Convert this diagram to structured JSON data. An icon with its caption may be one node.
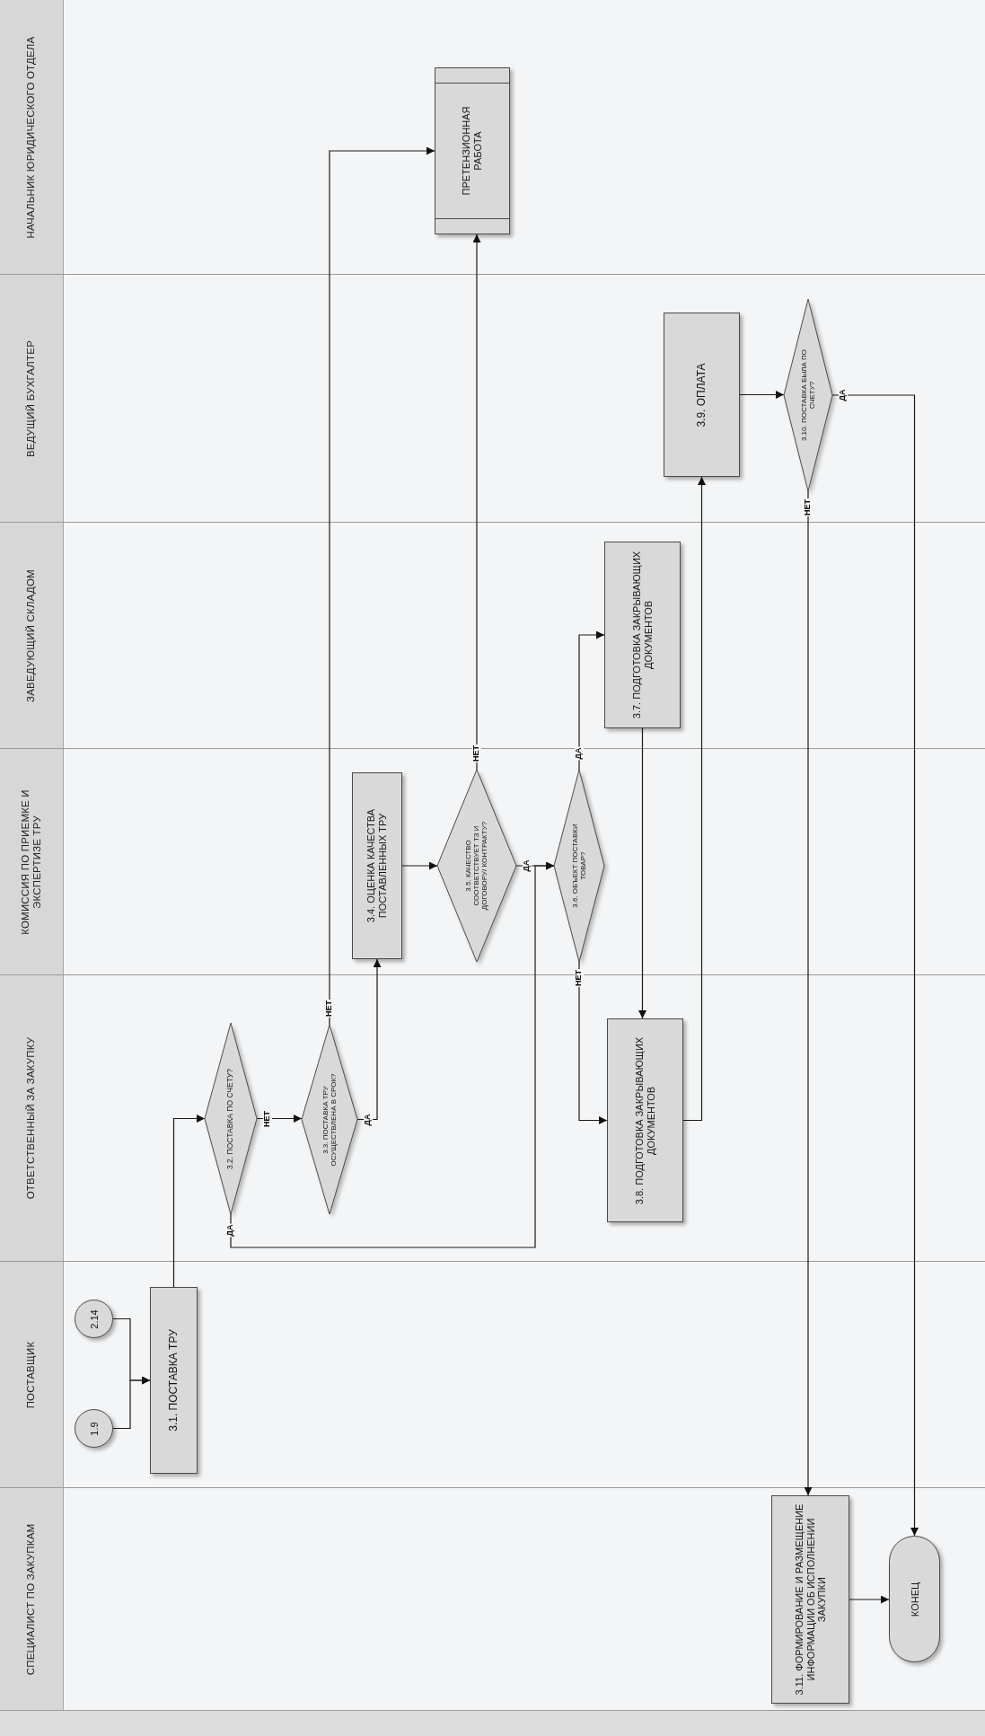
{
  "diagram": {
    "nodes": [
      {
        "text": [
          "НАЧАЛЬНИК ЮРИДИЧЕСКОГО ОТДЕЛА"
        ]
      },
      {
        "text": [
          "ВЕДУЩИЙ БУХГАЛТЕР"
        ]
      },
      {
        "text": [
          "ЗАВЕДУЮЩИЙ СКЛАДОМ"
        ]
      },
      {
        "text": [
          "КОМИССИЯ ПО ПРИЕМКЕ И ЭКСПЕРТИЗЕ ТРУ"
        ]
      },
      {
        "text": [
          "ОТВЕТСТВЕННЫЙ ЗА ЗАКУПКУ"
        ]
      },
      {
        "text": [
          "ПОСТАВЩИК"
        ]
      },
      {
        "text": [
          "СПЕЦИАЛИСТ ПО ЗАКУПКАМ"
        ]
      },
      {
        "text": [
          "ПРЕТЕНЗИОННАЯ РАБОТА"
        ],
        "in": 0
      },
      {
        "text": [
          "3.9. ОПЛАТА"
        ],
        "in": 1
      },
      {
        "text": [
          "3.10. ПОСТАВКА БЫЛА ПО СЧЕТУ?"
        ],
        "in": 1
      },
      {
        "text": [
          "3.7. ПОДГОТОВКА ЗАКРЫВАЮЩИХ ДОКУМЕНТОВ"
        ],
        "in": 2
      },
      {
        "text": [
          "3.4. ОЦЕНКА КАЧЕСТВА ПОСТАВЛЕННЫХ ТРУ"
        ],
        "in": 3
      },
      {
        "text": [
          "3.5. КАЧЕСТВО СООТВЕТСТВУЕТ ТЗ И ДОГОВОРУ/ КОНТРАКТУ?"
        ],
        "in": 3
      },
      {
        "text": [
          "3.6. ОБЪЕКТ ПОСТАВКИ ТОВАР?"
        ],
        "in": 3
      },
      {
        "text": [
          "3.2. ПОСТАВКА ПО СЧЕТУ?"
        ],
        "in": 4
      },
      {
        "text": [
          "3.3. ПОСТАВКА ТРУ ОСУЩЕСТВЛЕНА В СРОК?"
        ],
        "in": 4
      },
      {
        "text": [
          "3.8. ПОДГОТОВКА ЗАКРЫВАЮЩИХ ДОКУМЕНТОВ"
        ],
        "in": 4
      },
      {
        "text": [
          "2.14"
        ],
        "in": 5
      },
      {
        "text": [
          "1.9"
        ],
        "in": 5
      },
      {
        "text": [
          "3.1. ПОСТАВКА ТРУ"
        ],
        "in": 5
      },
      {
        "text": [
          "3.11. ФОРМИРОВАНИЕ И РАЗМЕЩЕНИЕ ИНФОРМАЦИИ ОБ ИСПОЛНЕНИИ ЗАКУПКИ"
        ],
        "in": 6
      },
      {
        "text": [
          "КОНЕЦ"
        ],
        "in": 6
      }
    ],
    "edges": [
      {
        "from": 17,
        "to": 19,
        "arrow": "to"
      },
      {
        "from": 18,
        "to": 19,
        "arrow": "to"
      },
      {
        "from": 19,
        "to": 14,
        "arrow": "to"
      },
      {
        "from": 14,
        "to": 15,
        "arrow": "to",
        "label": "НЕТ"
      },
      {
        "from": 14,
        "to": 13,
        "arrow": "to",
        "label": "ДА"
      },
      {
        "from": 15,
        "to": 7,
        "arrow": "to",
        "label": "НЕТ"
      },
      {
        "from": 15,
        "to": 11,
        "arrow": "to",
        "label": "ДА"
      },
      {
        "from": 11,
        "to": 12,
        "arrow": "to"
      },
      {
        "from": 12,
        "to": 7,
        "arrow": "to",
        "label": "НЕТ"
      },
      {
        "from": 12,
        "to": 13,
        "arrow": "to",
        "label": "ДА"
      },
      {
        "from": 13,
        "to": 10,
        "arrow": "to",
        "label": "ДА"
      },
      {
        "from": 13,
        "to": 16,
        "arrow": "to",
        "label": "НЕТ"
      },
      {
        "from": 10,
        "to": 16,
        "arrow": "to"
      },
      {
        "from": 16,
        "to": 8,
        "arrow": "to"
      },
      {
        "from": 8,
        "to": 9,
        "arrow": "to"
      },
      {
        "from": 9,
        "to": 21,
        "arrow": "to",
        "label": "ДА"
      },
      {
        "from": 9,
        "to": 20,
        "arrow": "to",
        "label": "НЕТ"
      },
      {
        "from": 20,
        "to": 21,
        "arrow": "to"
      }
    ]
  }
}
